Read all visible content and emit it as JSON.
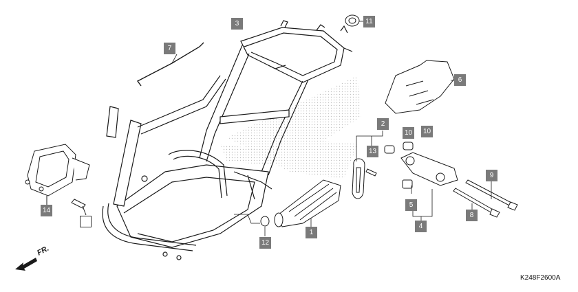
{
  "diagram": {
    "callouts": [
      {
        "id": "callout-1",
        "label": "1"
      },
      {
        "id": "callout-2",
        "label": "2"
      },
      {
        "id": "callout-3",
        "label": "3"
      },
      {
        "id": "callout-4",
        "label": "4"
      },
      {
        "id": "callout-5",
        "label": "5"
      },
      {
        "id": "callout-6",
        "label": "6"
      },
      {
        "id": "callout-7",
        "label": "7"
      },
      {
        "id": "callout-8",
        "label": "8"
      },
      {
        "id": "callout-9",
        "label": "9"
      },
      {
        "id": "callout-10a",
        "label": "10"
      },
      {
        "id": "callout-10b",
        "label": "10"
      },
      {
        "id": "callout-11",
        "label": "11"
      },
      {
        "id": "callout-12",
        "label": "12"
      },
      {
        "id": "callout-13",
        "label": "13"
      },
      {
        "id": "callout-14",
        "label": "14"
      },
      {
        "id": "callout-blank",
        "label": ""
      }
    ],
    "front_label": "FR.",
    "part_code": "K248F2600A",
    "colors": {
      "callout_fill": "#7a7a7a",
      "line": "#1a1a1a",
      "watermark": "#c8c8c8"
    }
  }
}
